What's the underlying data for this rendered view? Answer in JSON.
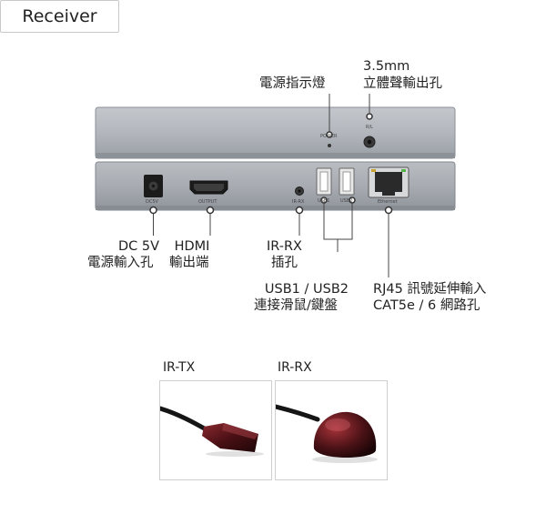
{
  "title": "Receiver",
  "top_panel": {
    "power_label": "POWER",
    "rl_label": "R/L"
  },
  "bottom_panel": {
    "dc5v": "DC5V",
    "output": "OUTPUT",
    "irrx": "IR-RX",
    "usb1": "USB1",
    "usb2": "USB2",
    "ethernet": "Ethernet"
  },
  "callouts": {
    "power_indicator": "電源指示燈",
    "audio_line1": "3.5mm",
    "audio_line2": "立體聲輸出孔",
    "dc_line1": "DC 5V",
    "dc_line2": "電源輸入孔",
    "hdmi_line1": "HDMI",
    "hdmi_line2": "輸出端",
    "irrx_line1": "IR-RX",
    "irrx_line2": "插孔",
    "usb_line1": "USB1 / USB2",
    "usb_line2": "連接滑鼠/鍵盤",
    "rj45_line1": "RJ45 訊號延伸輸入",
    "rj45_line2": "CAT5e / 6 網路孔"
  },
  "photos": {
    "irtx_caption": "IR-TX",
    "irrx_caption": "IR-RX"
  },
  "colors": {
    "panel": "#a9adb3",
    "panel_dark": "#7e838a",
    "line": "#444444"
  }
}
